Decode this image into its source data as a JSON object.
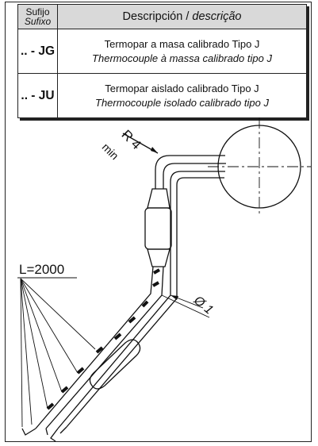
{
  "table": {
    "header": {
      "suffix_es": "Sufijo",
      "suffix_pt": "Sufixo",
      "description_es": "Descripción / ",
      "description_pt": "descrição"
    },
    "rows": [
      {
        "code": ".. - JG",
        "desc_es": "Termopar a masa calibrado Tipo J",
        "desc_pt": "Thermocouple à massa calibrado tipo J"
      },
      {
        "code": ".. - JU",
        "desc_es": "Termopar  aislado calibrado Tipo J",
        "desc_pt": "Thermocouple isolado calibrado tipo J"
      }
    ]
  },
  "drawing": {
    "radius_label": "R 4",
    "radius_unit": "min",
    "length_label": "L=2000",
    "diameter_label": "Ø 1"
  }
}
